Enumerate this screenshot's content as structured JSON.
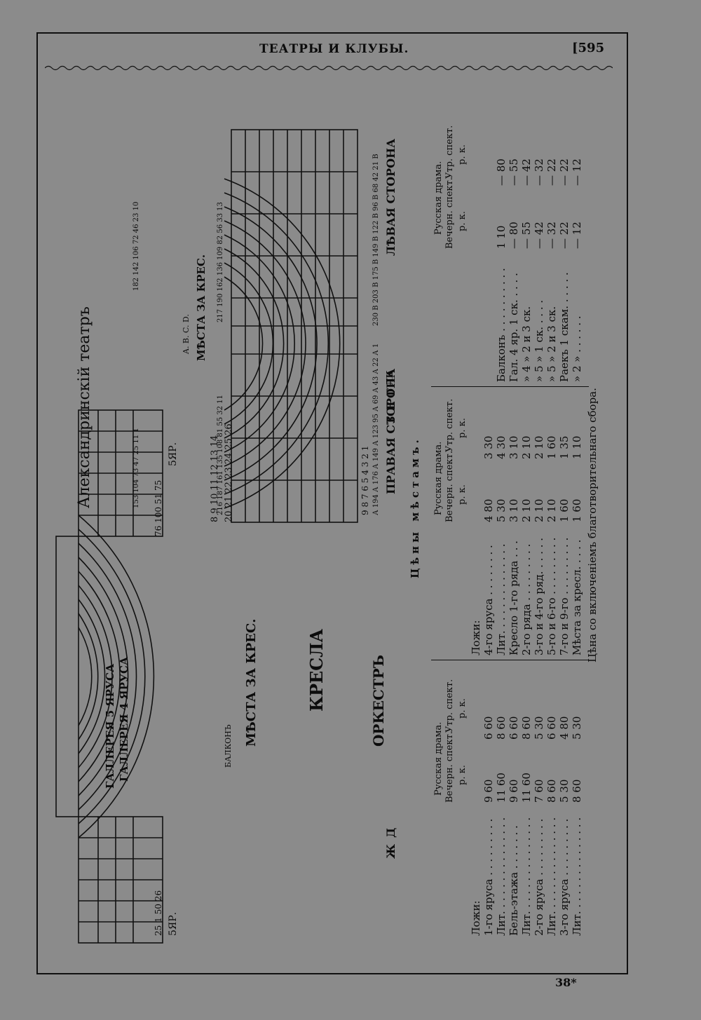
{
  "header": {
    "title": "ТЕАТРЫ И КЛУБЫ.",
    "page": "[595"
  },
  "footer": {
    "signature": "38*"
  },
  "plan": {
    "title": "Александринскій театръ",
    "left_plan": {
      "gallery_5": "ГАЛЛЕРЕЯ 5 ЯРУСА",
      "gallery_4": "ГАЛЛЕРЕЯ 4 ЯРУСА",
      "stalls_label": "КРЕСЛА",
      "behind_label": "МѢСТА ЗА КРЕС.",
      "orchestra_label": "ОРКЕСТРЪ",
      "tier_5_right": "5ЯР.",
      "tier_5_left": "5ЯР.",
      "balcony": "БАЛКОНЪ",
      "box_letters": [
        "З",
        "Е",
        "Г",
        "ЛК",
        "Д",
        "Ж"
      ],
      "row_numbers_top": [
        "8",
        "9",
        "10",
        "11",
        "12",
        "13",
        "14"
      ],
      "row_numbers_mid": [
        "20",
        "21",
        "22",
        "23",
        "24",
        "25",
        "26"
      ],
      "corner_numbers": [
        "76",
        "100",
        "51",
        "75",
        "25",
        "1",
        "50",
        "26"
      ]
    },
    "right_plan": {
      "right_side": "ПРАВАЯ СТОРОНА",
      "left_side": "ЛѢВАЯ СТОРОНА",
      "center_label": "МѢСТА ЗА КРЕС.",
      "row_numbers": [
        "9",
        "8",
        "7",
        "6",
        "5",
        "4",
        "3",
        "2",
        "1"
      ],
      "abcd": "A. B. C. D.",
      "left_seat_codes": [
        "А 194",
        "А 176",
        "А 149",
        "А 123",
        "95",
        "А 69",
        "А 43",
        "А 22",
        "А 1"
      ],
      "right_seat_codes": [
        "230 B",
        "203 B",
        "175 B",
        "149 B",
        "122 B",
        "96 B",
        "68",
        "42",
        "21 B"
      ],
      "center_left_numbers": [
        "216",
        "187",
        "161",
        "135",
        "108",
        "81",
        "55",
        "32",
        "11"
      ],
      "center_right_numbers": [
        "217",
        "190",
        "162",
        "136",
        "109",
        "82",
        "56",
        "33",
        "13"
      ],
      "arc_left_numbers": [
        "153",
        "104",
        "73",
        "47",
        "25",
        "11",
        "1"
      ],
      "arc_right_numbers": [
        "182",
        "142",
        "106",
        "72",
        "46",
        "23",
        "10"
      ]
    }
  },
  "prices": {
    "heading": "Цѣны мѣстамъ.",
    "column_header": {
      "group": "Русская драма.",
      "evening": "Вечерн. спект.",
      "morning": "Утр. спект.",
      "rk": "р. к."
    },
    "table1": {
      "section": "Ложи:",
      "rows": [
        {
          "label": "1-го яруса . . . . . . . . .",
          "evening": "9 60",
          "morning": "6 60"
        },
        {
          "label": "Лит. . . . . . . . . . . . . . .",
          "evening": "11 60",
          "morning": "8 60"
        },
        {
          "label": "Бель-этажа . . . . . . .",
          "evening": "9 60",
          "morning": "6 60"
        },
        {
          "label": "Лит. . . . . . . . . . . . . . .",
          "evening": "11 60",
          "morning": "8 60"
        },
        {
          "label": "2-го яруса . . . . . . . . .",
          "evening": "7 60",
          "morning": "5 30"
        },
        {
          "label": "Лит. . . . . . . . . . . . . . .",
          "evening": "8 60",
          "morning": "6 60"
        },
        {
          "label": "3-го яруса . . . . . . . . .",
          "evening": "5 30",
          "morning": "4 80"
        },
        {
          "label": "Лит. . . . . . . . . . . . . . .",
          "evening": "8 60",
          "morning": "5 30"
        }
      ]
    },
    "table2": {
      "section": "Ложи:",
      "rows": [
        {
          "label": "4-го яруса . . . . . . . .",
          "evening": "4 80",
          "morning": "3 30"
        },
        {
          "label": "Лит. . . . . . . . . . . . . .",
          "evening": "5 30",
          "morning": "4 30"
        },
        {
          "label": "Кресло 1-го ряда . . .",
          "evening": "3 10",
          "morning": "3 10"
        },
        {
          "label": "2-го ряда . . . . . . . . .",
          "evening": "2 10",
          "morning": "2 10"
        },
        {
          "label": "3-го и 4-го ряд. . . . . .",
          "evening": "2 10",
          "morning": "2 10"
        },
        {
          "label": "5-го и 6-го . . . . . . . . .",
          "evening": "2 10",
          "morning": "1 60"
        },
        {
          "label": "7-го и 9-го . . . . . . . . .",
          "evening": "1 60",
          "morning": "1 35"
        },
        {
          "label": "Мѣста за кресл. . . . .",
          "evening": "1 60",
          "morning": "1 10"
        }
      ]
    },
    "table3": {
      "rows": [
        {
          "label": "Балконъ . . . . . . . . . .",
          "evening": "1 10",
          "morning": "— 80"
        },
        {
          "label": "Гал. 4 яр. 1 ск. . . . .",
          "evening": "— 80",
          "morning": "— 55"
        },
        {
          "label": "» 4 » 2 и 3 ск.",
          "evening": "— 55",
          "morning": "— 42"
        },
        {
          "label": "» 5 » 1 ск. . . . .",
          "evening": "— 42",
          "morning": "— 32"
        },
        {
          "label": "» 5 » 2 и 3 ск.",
          "evening": "— 32",
          "morning": "— 22"
        },
        {
          "label": "Раекъ 1 скам. . . . . .",
          "evening": "— 22",
          "morning": "— 22"
        },
        {
          "label": "» 2 » . . . . . .",
          "evening": "— 12",
          "morning": "— 12"
        }
      ]
    },
    "footnote": "Цѣна со включеніемъ благотворительнаго сбора."
  }
}
